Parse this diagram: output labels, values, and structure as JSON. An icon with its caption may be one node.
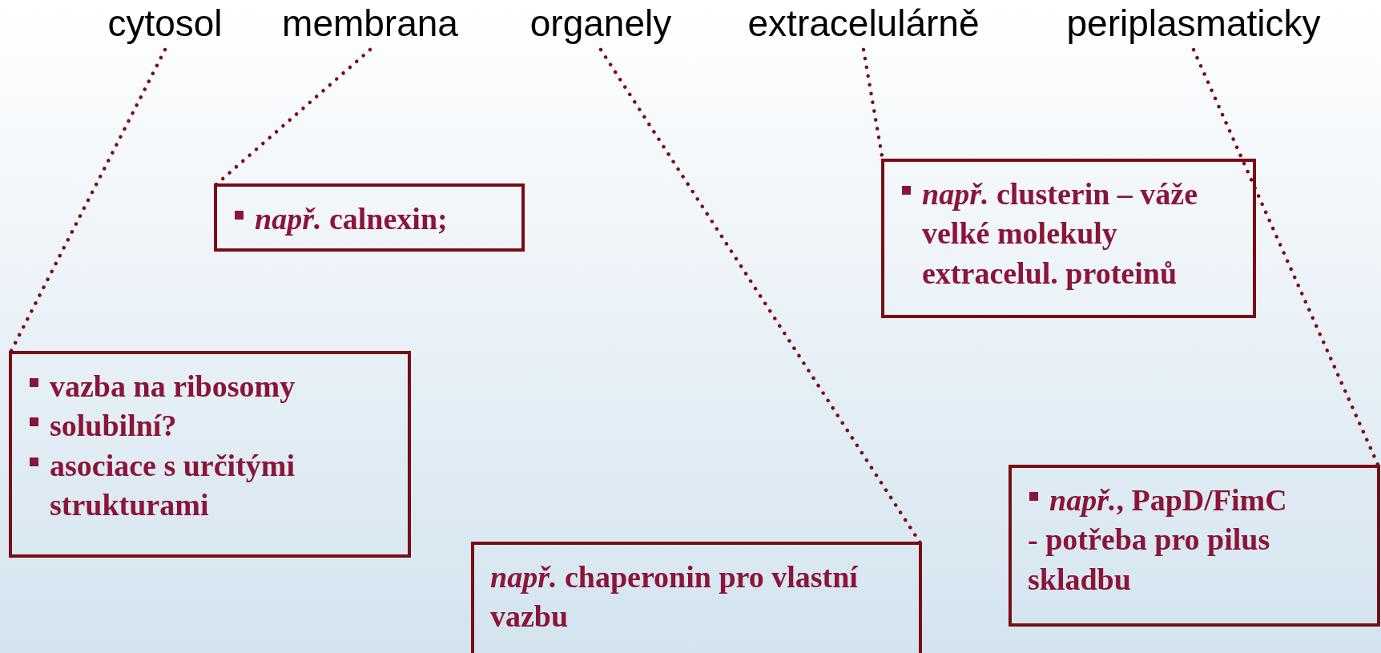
{
  "diagram": {
    "nodes": [
      {
        "text": [
          "cytosol"
        ]
      },
      {
        "text": [
          "membrana"
        ]
      },
      {
        "text": [
          "organely"
        ]
      },
      {
        "text": [
          "extracelulárně"
        ]
      },
      {
        "text": [
          "periplasmaticky"
        ]
      },
      {
        "text": [
          "*např.* calnexin;"
        ]
      },
      {
        "text": [
          "*např.* clusterin – váže velké molekuly extracelul. proteinů"
        ]
      },
      {
        "text": [
          "vazba na ribosomy",
          "solubilní?",
          "asociace s určitými strukturami"
        ]
      },
      {
        "text": [
          "*např.*, PapD/FimC",
          "- potřeba pro pilus skladbu"
        ]
      },
      {
        "text": [
          "*např.* chaperonin pro vlastní vazbu"
        ]
      }
    ],
    "edges": [
      {
        "from": 0,
        "to": 7,
        "arrow": "none"
      },
      {
        "from": 1,
        "to": 5,
        "arrow": "none"
      },
      {
        "from": 2,
        "to": 9,
        "arrow": "none"
      },
      {
        "from": 3,
        "to": 6,
        "arrow": "none"
      },
      {
        "from": 4,
        "to": 8,
        "arrow": "none"
      }
    ]
  }
}
